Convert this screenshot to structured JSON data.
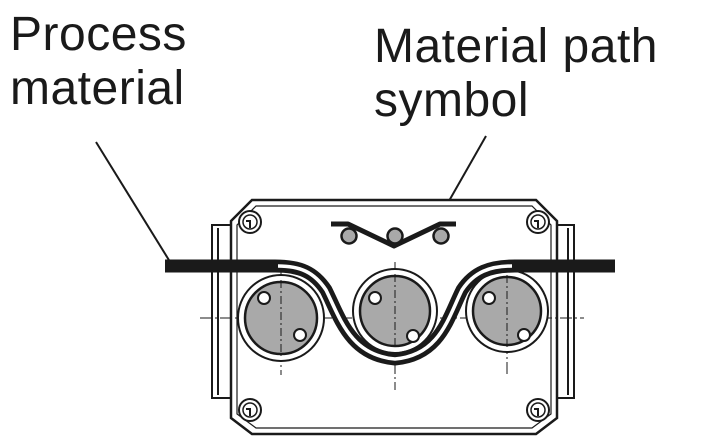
{
  "labels": {
    "process_material": [
      "Process",
      "material"
    ],
    "material_path_symbol": [
      "Material path",
      "symbol"
    ]
  },
  "colors": {
    "line": "#1a1a1a",
    "roller_fill": "#a9a9a9",
    "background": "#ffffff"
  },
  "parts": {
    "rollers": 3,
    "corner_screws": 4
  }
}
